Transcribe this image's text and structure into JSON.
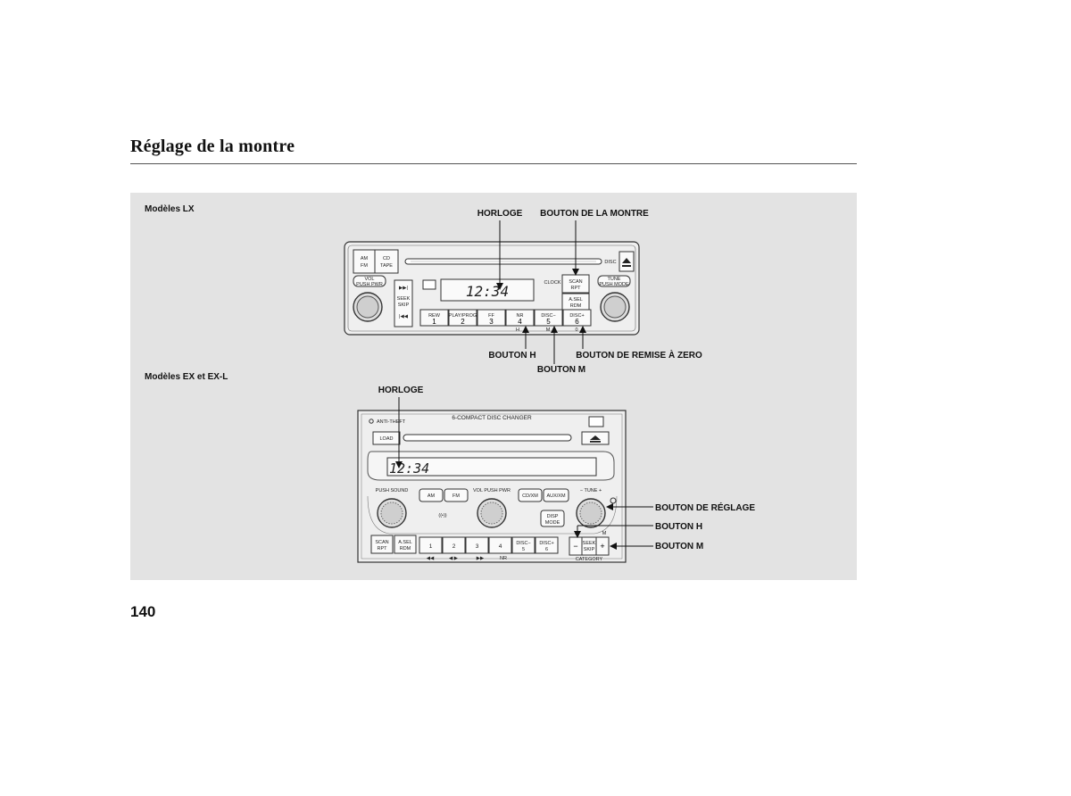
{
  "page": {
    "title": "Réglage de la montre",
    "number": "140"
  },
  "lx": {
    "model_label": "Modèles LX",
    "callouts": {
      "clock": "HORLOGE",
      "clock_button": "BOUTON DE LA MONTRE",
      "h_button": "BOUTON H",
      "m_button": "BOUTON M",
      "reset_button": "BOUTON DE REMISE À ZERO"
    },
    "radio": {
      "display_time": "12:34",
      "am_fm": "AM\nFM",
      "cd_tape": "CD\nTAPE",
      "vol": "VOL",
      "push_pwr": "PUSH PWR",
      "seek": "SEEK",
      "skip": "SKIP",
      "clock_text": "CLOCK",
      "scan": "SCAN",
      "rpt": "RPT",
      "asel": "A.SEL",
      "rdm": "RDM",
      "tune": "TUNE",
      "push_mode": "PUSH MODE",
      "disc": "DISC",
      "presets": [
        {
          "top": "REW",
          "num": "1"
        },
        {
          "top": "PLAY/PROG",
          "num": "2"
        },
        {
          "top": "FF",
          "num": "3"
        },
        {
          "top": "NR",
          "num": "4"
        },
        {
          "top": "DISC−",
          "num": "5"
        },
        {
          "top": "DISC+",
          "num": "6"
        }
      ],
      "under_h": "H",
      "under_m": "M",
      "under_reset": "0"
    }
  },
  "exl": {
    "model_label": "Modèles EX et EX-L",
    "callouts": {
      "clock": "HORLOGE",
      "tune_button": "BOUTON DE RÉGLAGE",
      "h_button": "BOUTON H",
      "m_button": "BOUTON M"
    },
    "radio": {
      "changer_title": "6-COMPACT DISC CHANGER",
      "anti_theft": "ANTI-THEFT",
      "load": "LOAD",
      "display_time": "12:34",
      "push_sound": "PUSH SOUND",
      "am": "AM",
      "fm": "FM",
      "vol_push_pwr": "VOL PUSH PWR",
      "cd_xm": "CD/XM",
      "aux_xm": "AUX/XM",
      "tune": "− TUNE +",
      "disp": "DISP",
      "mode": "MODE",
      "scan": "SCAN",
      "rpt": "RPT",
      "asel": "A.SEL",
      "rdm": "RDM",
      "presets": [
        "1",
        "2",
        "3",
        "4",
        "DISC− 5",
        "DISC+ 6"
      ],
      "seek": "SEEK",
      "skip": "SKIP",
      "category": "CATEGORY",
      "h_mark": "H",
      "m_mark": "M",
      "nr": "NR"
    }
  }
}
